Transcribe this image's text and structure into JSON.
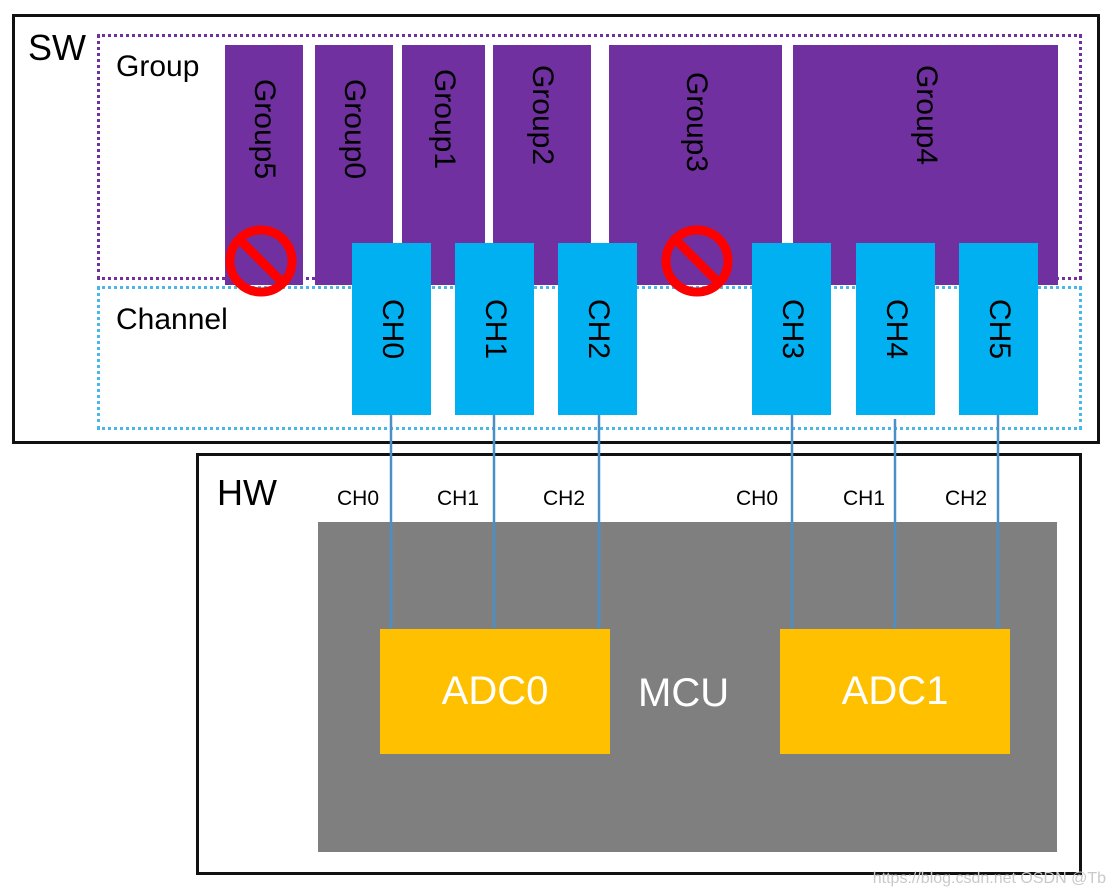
{
  "sw": {
    "label": "SW",
    "group_row_label": "Group",
    "channel_row_label": "Channel",
    "groups": [
      {
        "id": "group5",
        "label": "Group5",
        "disabled": true
      },
      {
        "id": "group0",
        "label": "Group0",
        "disabled": false
      },
      {
        "id": "group1",
        "label": "Group1",
        "disabled": false
      },
      {
        "id": "group2",
        "label": "Group2",
        "disabled": false
      },
      {
        "id": "group3",
        "label": "Group3",
        "disabled": true
      },
      {
        "id": "group4",
        "label": "Group4",
        "disabled": false
      }
    ],
    "channels": [
      "CH0",
      "CH1",
      "CH2",
      "CH3",
      "CH4",
      "CH5"
    ]
  },
  "hw": {
    "label": "HW",
    "mcu_label": "MCU",
    "adc0": {
      "label": "ADC0",
      "channels": [
        "CH0",
        "CH1",
        "CH2"
      ]
    },
    "adc1": {
      "label": "ADC1",
      "channels": [
        "CH0",
        "CH1",
        "CH2"
      ]
    }
  },
  "watermark": "https://blog.csdn.net OSDN @Tb",
  "colors": {
    "group": "#7030a0",
    "channel": "#00b0f0",
    "mcu": "#7f7f7f",
    "adc": "#ffc000",
    "wire": "#4a90c8",
    "no_entry": "#ff0000"
  }
}
